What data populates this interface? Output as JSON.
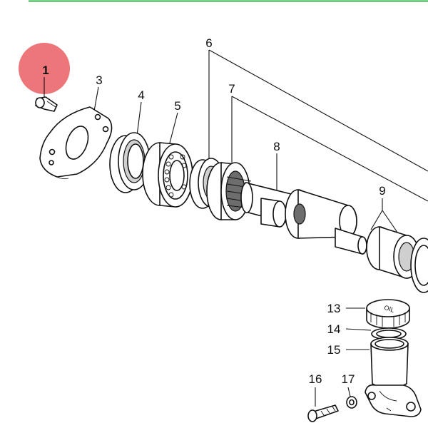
{
  "header": {
    "accent_color": "#2fae43"
  },
  "highlight": {
    "color": "#e8585c",
    "label": "1"
  },
  "callouts": [
    {
      "id": "1",
      "text": "1"
    },
    {
      "id": "3",
      "text": "3"
    },
    {
      "id": "4",
      "text": "4"
    },
    {
      "id": "5",
      "text": "5"
    },
    {
      "id": "6",
      "text": "6"
    },
    {
      "id": "7",
      "text": "7"
    },
    {
      "id": "8",
      "text": "8"
    },
    {
      "id": "9",
      "text": "9"
    },
    {
      "id": "13",
      "text": "13"
    },
    {
      "id": "14",
      "text": "14"
    },
    {
      "id": "15",
      "text": "15"
    },
    {
      "id": "16",
      "text": "16"
    },
    {
      "id": "17",
      "text": "17"
    }
  ],
  "parts": {
    "cap_engraving": "OIL",
    "cap_icon": "oil-filler-cap-icon"
  }
}
